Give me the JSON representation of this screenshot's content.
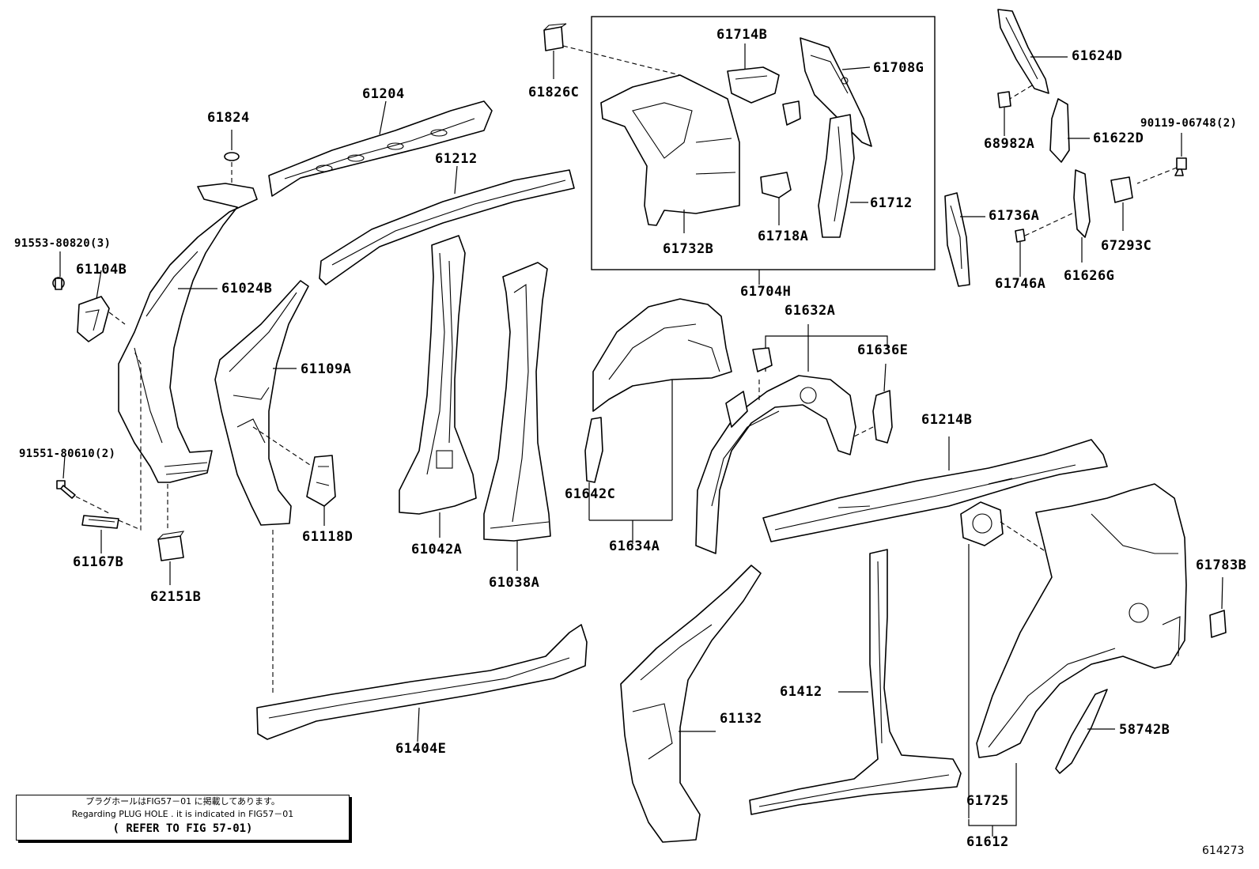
{
  "figure_number": "614273",
  "note": {
    "line_jp": "プラグホールはFIG57－01 に掲載してあります。",
    "line_en": "Regarding PLUG HOLE . it is indicated in FIG57－01",
    "line_ref": "( REFER TO FIG 57-01)"
  },
  "parts": {
    "p61824": "61824",
    "p61204": "61204",
    "p61212": "61212",
    "p61826C": "61826C",
    "p61714B": "61714B",
    "p61708G": "61708G",
    "p61712": "61712",
    "p61718A": "61718A",
    "p61732B": "61732B",
    "p61704H": "61704H",
    "p61624D": "61624D",
    "p68982A": "68982A",
    "p61622D": "61622D",
    "p90119": "90119-06748(2)",
    "p61736A": "61736A",
    "p67293C": "67293C",
    "p61746A": "61746A",
    "p61626G": "61626G",
    "p91553": "91553-80820(3)",
    "p61104B": "61104B",
    "p61024B": "61024B",
    "p61109A": "61109A",
    "p91551": "91551-80610(2)",
    "p61167B": "61167B",
    "p62151B": "62151B",
    "p61118D": "61118D",
    "p61042A": "61042A",
    "p61038A": "61038A",
    "p61632A": "61632A",
    "p61636E": "61636E",
    "p61642C": "61642C",
    "p61634A": "61634A",
    "p61214B": "61214B",
    "p61783B": "61783B",
    "p61132": "61132",
    "p61412": "61412",
    "p61404E": "61404E",
    "p61725": "61725",
    "p61612": "61612",
    "p58742B": "58742B"
  }
}
